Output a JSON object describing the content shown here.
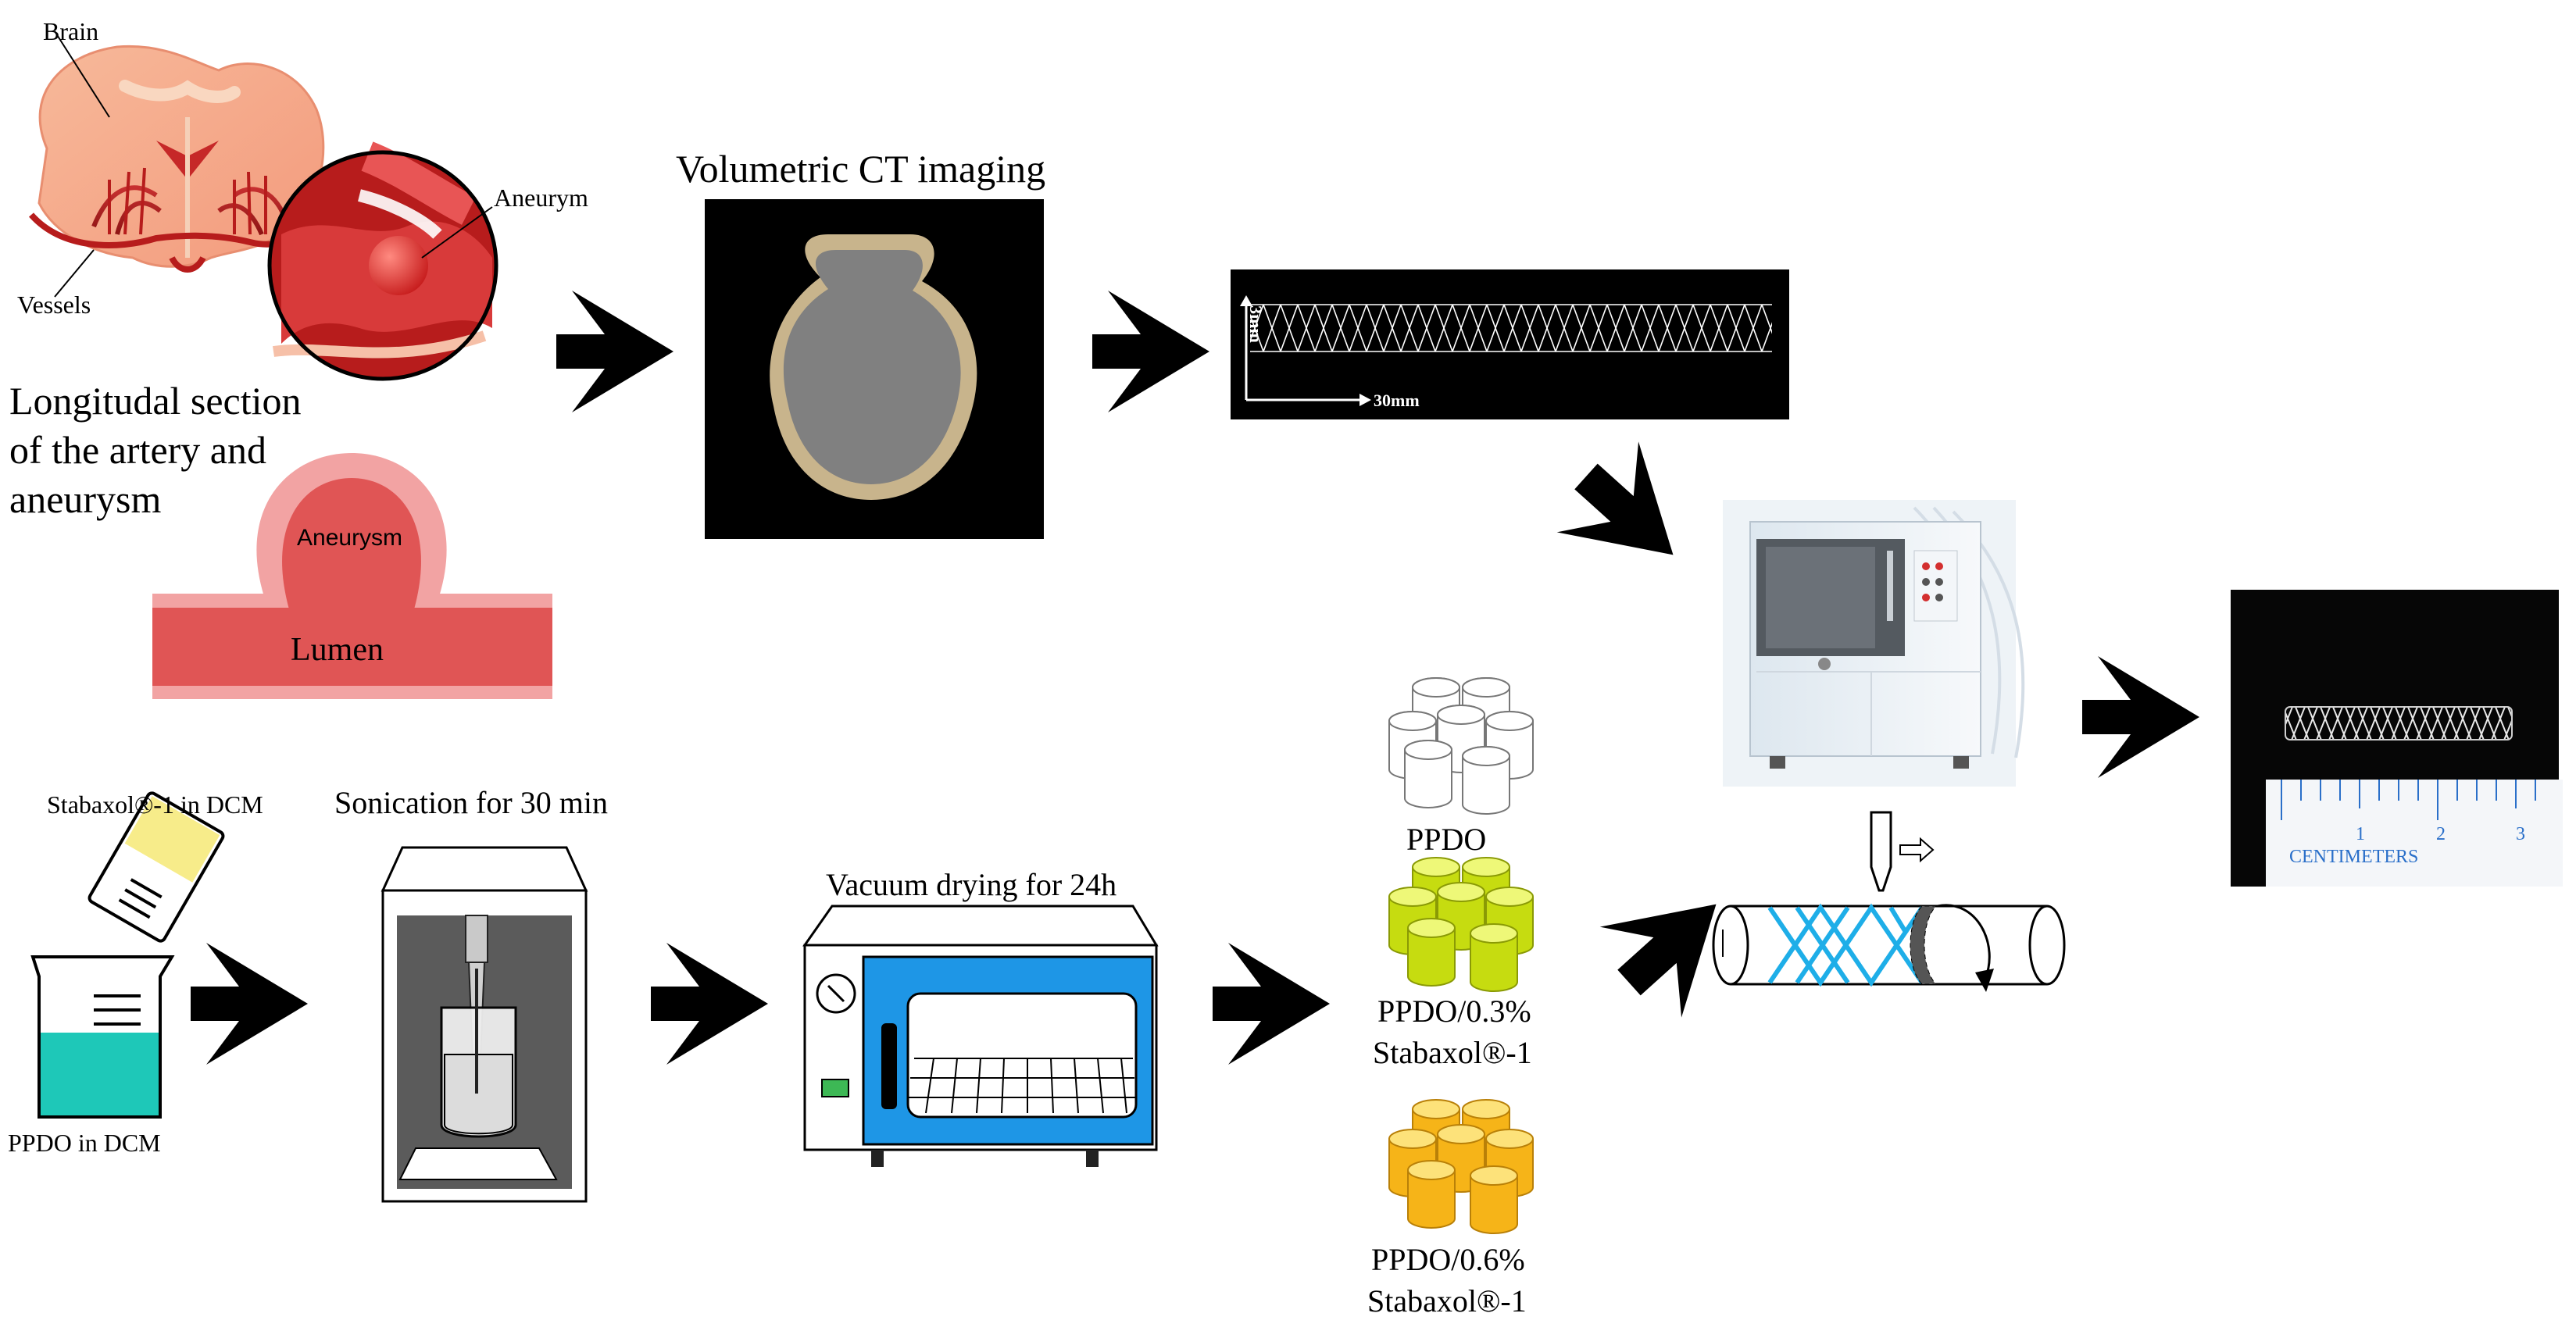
{
  "brain_panel": {
    "brain": "Brain",
    "aneurym": "Aneurym",
    "vessels": "Vessels",
    "section_caption": "Longitudal section of the artery and aneurysm",
    "section_lines": [
      "Longitudal section",
      "of the artery and",
      "aneurysm"
    ],
    "aneurysm_label": "Aneurysm",
    "lumen_label": "Lumen"
  },
  "ct_panel": {
    "title": "Volumetric CT imaging"
  },
  "stent_design": {
    "height_label": "3mm",
    "length_label": "30mm"
  },
  "final_stent_photo": {
    "ruler_label": "CENTIMETERS",
    "ticks": [
      "1",
      "2",
      "3"
    ]
  },
  "prep_steps": {
    "stabaxol_dcm": "Stabaxol®-1 in DCM",
    "ppdo_dcm": "PPDO in DCM",
    "sonication": "Sonication for 30 min",
    "vacuum": "Vacuum drying for 24h"
  },
  "materials": {
    "ppdo": "PPDO",
    "ppdo_03_lines": [
      "PPDO/0.3%",
      "Stabaxol®-1"
    ],
    "ppdo_06_lines": [
      "PPDO/0.6%",
      "Stabaxol®-1"
    ]
  },
  "colors": {
    "artery_red": "#e05555",
    "artery_pink": "#f2a3a3",
    "ct_fill": "#808080",
    "ct_border": "#c8b48c",
    "water_teal": "#1ec8b8",
    "oven_blue": "#1e96e6",
    "pellet_white": "#ffffff",
    "pellet_green": "#d8ec1e",
    "pellet_orange": "#f8c020",
    "stent_cyan": "#1eaee8"
  }
}
